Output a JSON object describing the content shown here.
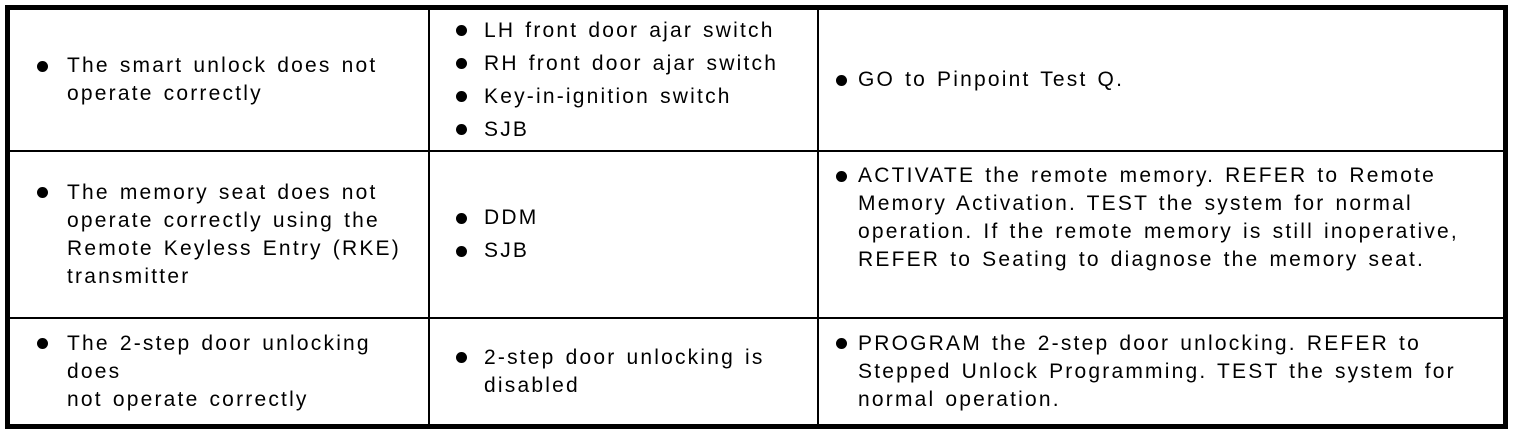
{
  "style": {
    "background": "#ffffff",
    "line_color": "#000000",
    "text_color": "#000000"
  },
  "table": {
    "rows": [
      {
        "symptoms": [
          "The smart unlock does not\noperate correctly"
        ],
        "possible_sources": [
          "LH front door ajar switch",
          "RH front door ajar switch",
          "Key-in-ignition switch",
          "SJB"
        ],
        "actions": [
          "GO to Pinpoint Test Q."
        ]
      },
      {
        "symptoms": [
          "The memory seat does not\noperate correctly using the\nRemote Keyless Entry (RKE)\ntransmitter"
        ],
        "possible_sources": [
          "DDM",
          "SJB"
        ],
        "actions": [
          "ACTIVATE the remote memory. REFER to Remote\nMemory Activation. TEST the system for normal\noperation. If the remote memory is still inoperative,\nREFER to Seating to diagnose the memory seat."
        ]
      },
      {
        "symptoms": [
          "The 2-step door unlocking does\nnot operate correctly"
        ],
        "possible_sources": [
          "2-step door unlocking is\ndisabled"
        ],
        "actions": [
          "PROGRAM the 2-step door unlocking. REFER to\nStepped Unlock Programming. TEST the system for\nnormal operation."
        ]
      }
    ]
  }
}
